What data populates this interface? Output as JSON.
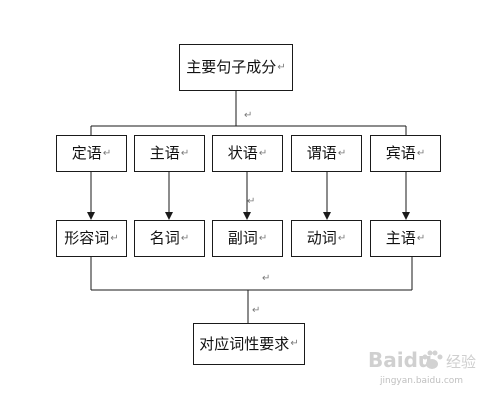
{
  "return_mark": "↵",
  "top_box": {
    "label": "主要句子成分"
  },
  "components": [
    {
      "label": "定语"
    },
    {
      "label": "主语"
    },
    {
      "label": "状语"
    },
    {
      "label": "谓语"
    },
    {
      "label": "宾语"
    }
  ],
  "parts_of_speech": [
    {
      "label": "形容词"
    },
    {
      "label": "名词"
    },
    {
      "label": "副词"
    },
    {
      "label": "动词"
    },
    {
      "label": "主语"
    }
  ],
  "bottom_box": {
    "label": "对应词性要求"
  },
  "watermark": {
    "logo": "Baidu",
    "sub": "经验",
    "url": "jingyan.baidu.com"
  },
  "colors": {
    "line": "#1a1a1a",
    "watermark": "#cccccc"
  }
}
